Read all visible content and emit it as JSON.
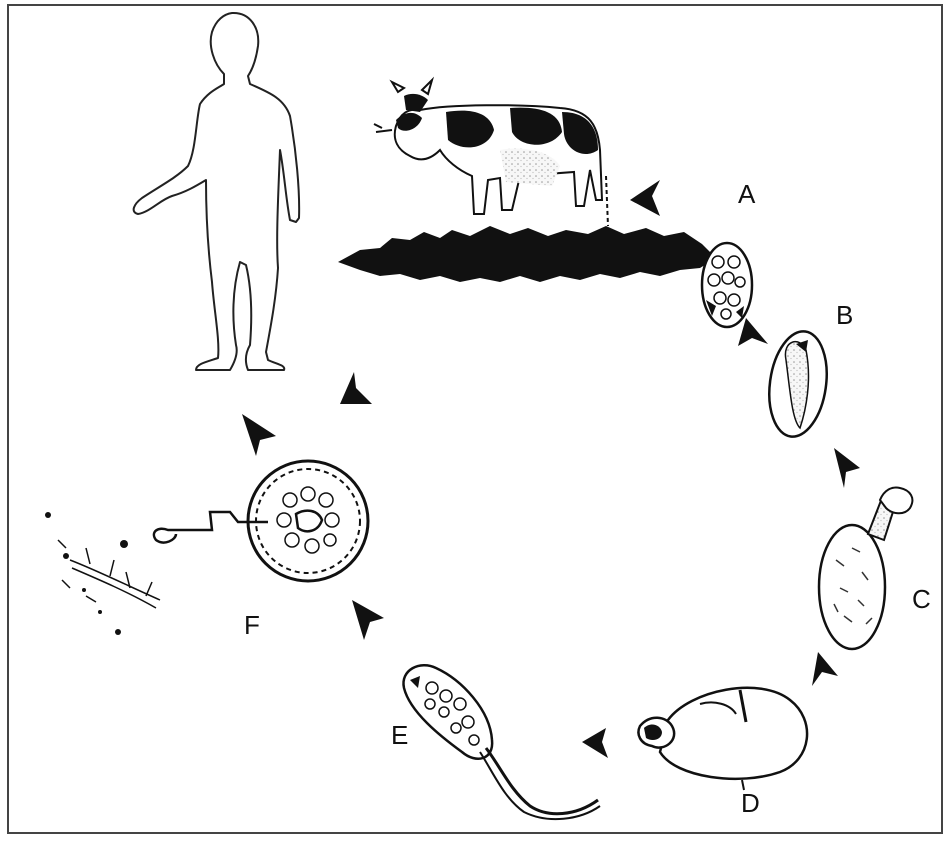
{
  "stage_labels": {
    "a": "A",
    "b": "B",
    "c": "C",
    "d": "D",
    "e": "E",
    "f": "F"
  }
}
